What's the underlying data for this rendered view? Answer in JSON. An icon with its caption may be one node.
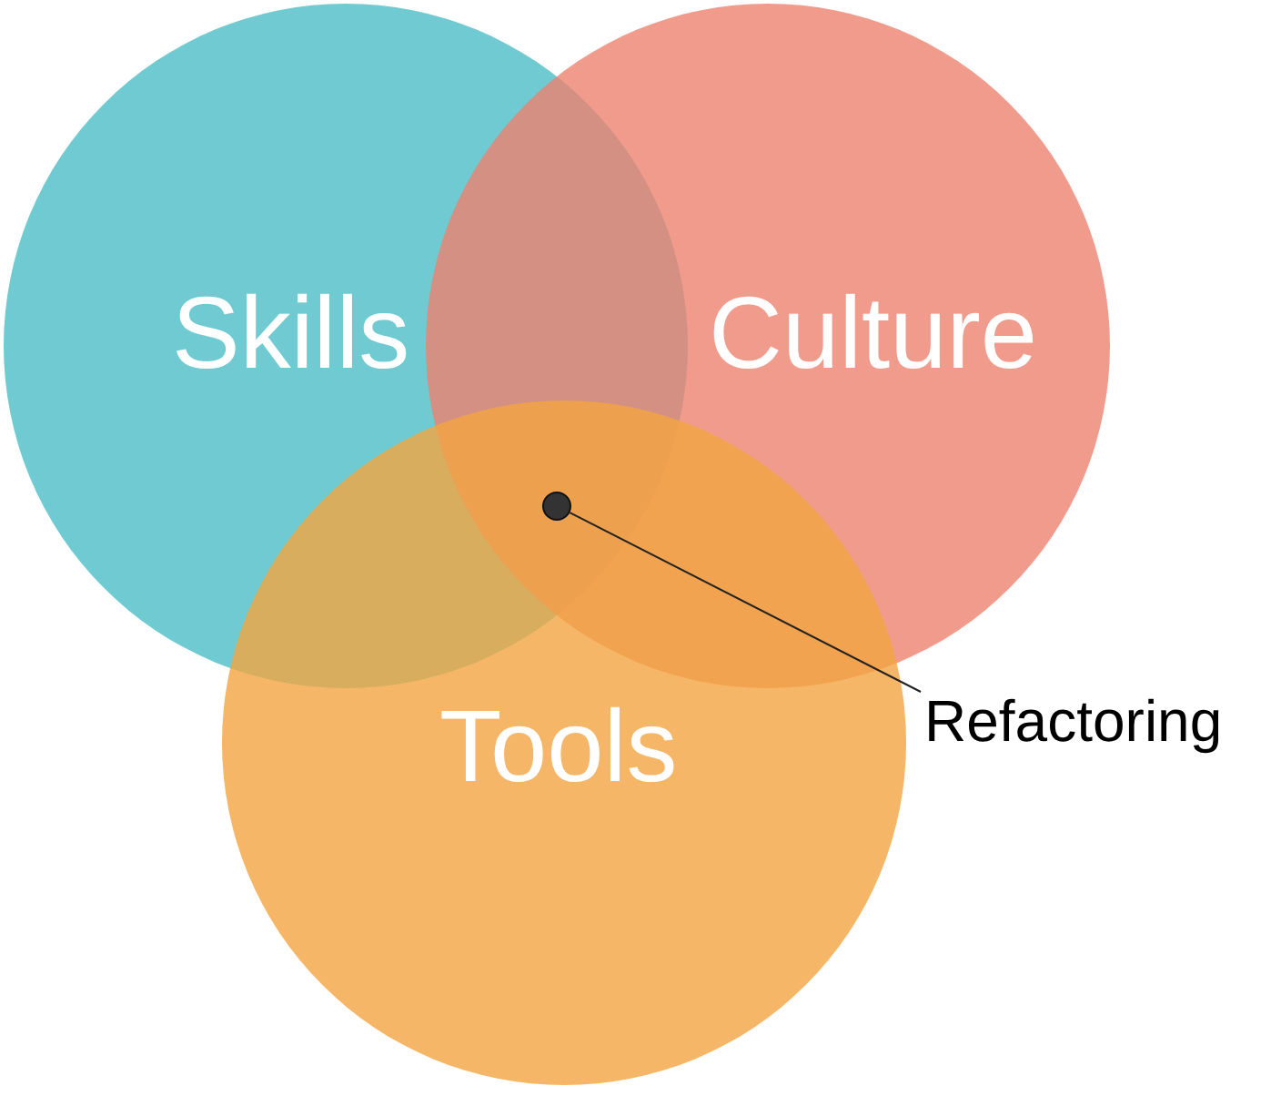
{
  "diagram": {
    "nodes": [
      {
        "text": [
          "Skills"
        ]
      },
      {
        "text": [
          "Culture"
        ]
      },
      {
        "text": [
          "Tools"
        ]
      },
      {
        "text": [],
        "shape": "circle"
      },
      {
        "text": [
          "Refactoring"
        ]
      }
    ],
    "edges": [
      {
        "from": 4,
        "to": 3,
        "arrow": "none"
      }
    ]
  }
}
